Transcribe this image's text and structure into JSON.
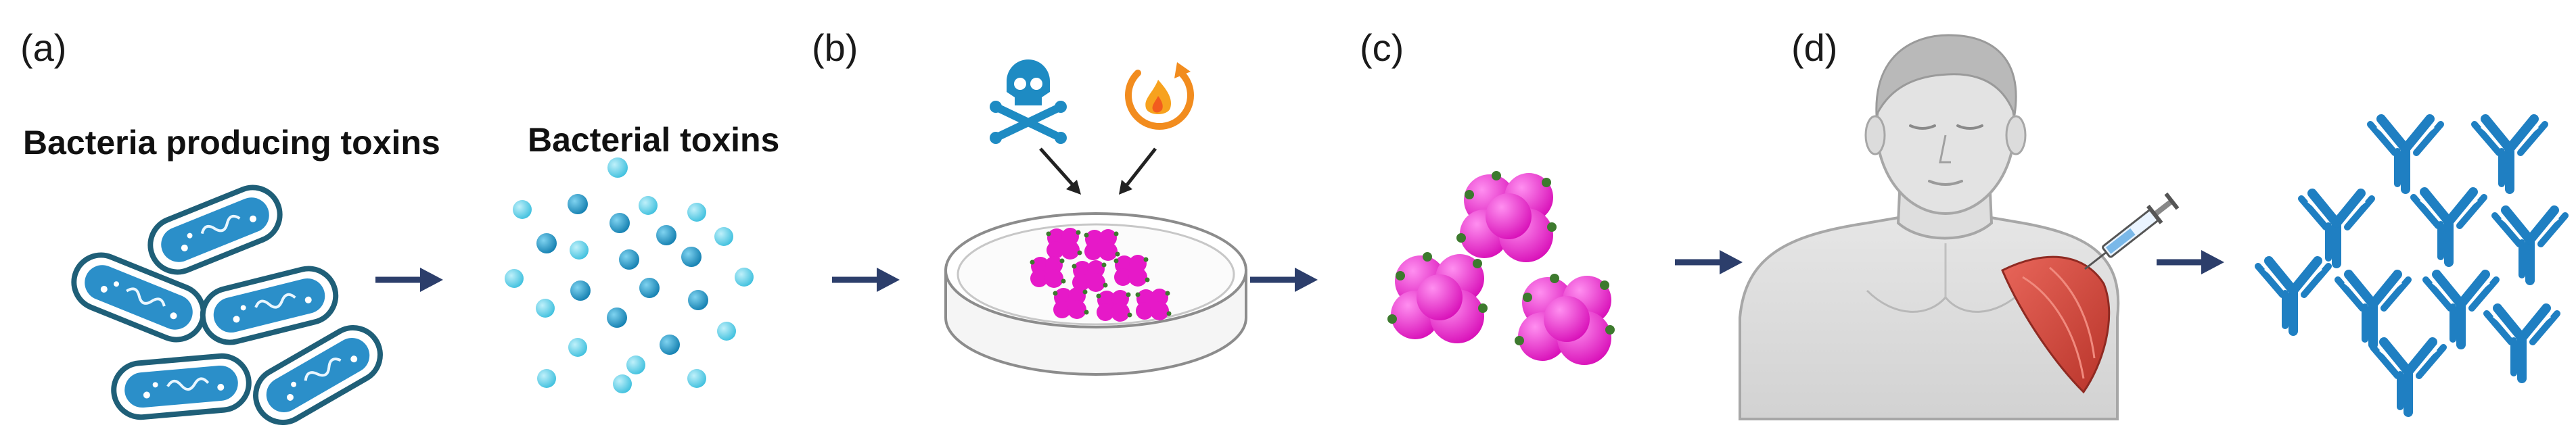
{
  "panels": {
    "a": {
      "label": "(a)",
      "caption_left": "Bacteria producing toxins",
      "caption_right": "Bacterial toxins"
    },
    "b": {
      "label": "(b)"
    },
    "c": {
      "label": "(c)"
    },
    "d": {
      "label": "(d)"
    }
  },
  "icons": {
    "bacteria": "bacterium-icon",
    "toxin": "toxin-particle-icon",
    "skull": "skull-crossbones-icon",
    "heat": "flame-icon",
    "dish": "petri-dish-icon",
    "toxoid": "toxoid-cluster-icon",
    "person": "human-bust-icon",
    "syringe": "syringe-icon",
    "antibody": "antibody-icon",
    "arrow": "right-arrow-icon"
  },
  "colors": {
    "bacteria_fill": "#2b8fc9",
    "bacteria_outline": "#1f5f78",
    "toxin_light": "#5fd0e8",
    "toxin_dark": "#1a8fc0",
    "toxoid": "#e619c8",
    "toxoid_dots": "#3d7a2e",
    "antibody": "#1f7fc2",
    "arrow": "#2c3e6b",
    "skull": "#1e8bc3",
    "heat": "#f28c1e",
    "muscle": "#cf4a3c"
  }
}
